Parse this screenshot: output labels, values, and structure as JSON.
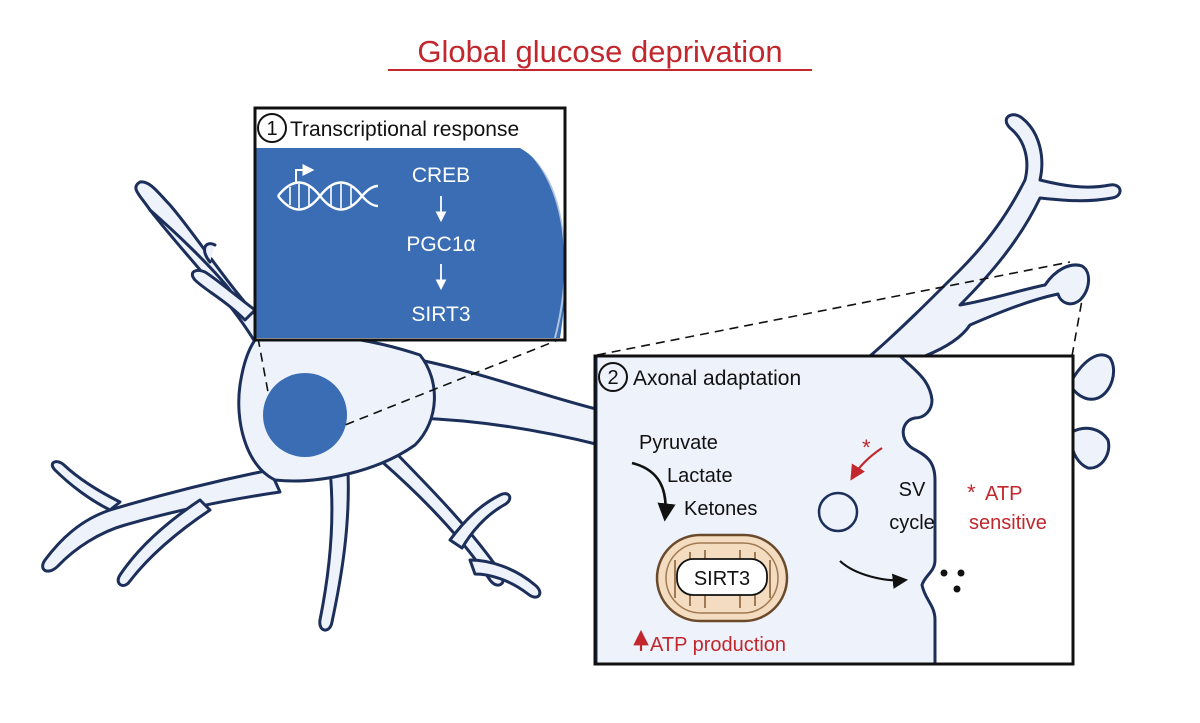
{
  "title": "Global glucose deprivation",
  "colors": {
    "title": "#c1272d",
    "outline": "#1c2f5a",
    "cell_fill": "#edf2fb",
    "nucleus": "#3a6db3",
    "mito_fill": "#f3dcc0",
    "mito_stroke": "#6b4a2c",
    "accent_red": "#c1272d"
  },
  "panel1": {
    "number": "1",
    "title": "Transcriptional response",
    "icon": "dna-transcription-icon",
    "pathway": [
      "CREB",
      "PGC1α",
      "SIRT3"
    ]
  },
  "panel2": {
    "number": "2",
    "title": "Axonal adaptation",
    "fuels": [
      "Pyruvate",
      "Lactate",
      "Ketones"
    ],
    "mito_label": "SIRT3",
    "atp_production": "ATP production",
    "sv_cycle": [
      "SV",
      "cycle"
    ],
    "asterisk": "*",
    "atp_sensitive": [
      "ATP",
      "sensitive"
    ]
  }
}
